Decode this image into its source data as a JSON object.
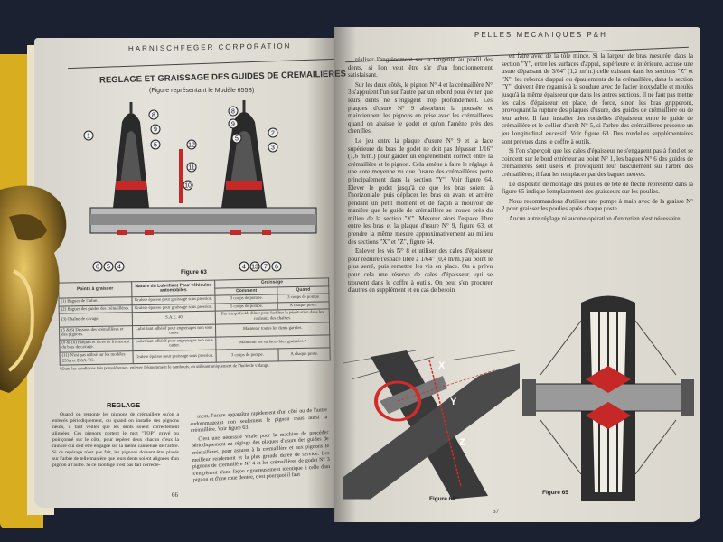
{
  "left_page": {
    "running_head": "HARNISCHFEGER CORPORATION",
    "title": "REGLAGE ET GRAISSAGE DES GUIDES DE CREMAILIERES",
    "subtitle": "(Figure représentant le Modèle 655B)",
    "figure_caption": "Figure 63",
    "figure_callouts_top": [
      "1",
      "8",
      "9",
      "5",
      "12",
      "11",
      "10",
      "8",
      "9",
      "5",
      "2",
      "3"
    ],
    "figure_callouts_bottom": [
      "6",
      "5",
      "4",
      "4",
      "13",
      "7",
      "6"
    ],
    "table": {
      "headers": {
        "col1": "Points à graisser",
        "col2": "Nature du Lubrifiant Pour véhicules automobiles",
        "col3": "Graissage",
        "col3a": "Comment",
        "col3b": "Quand"
      },
      "rows": [
        {
          "point": "(1) Bagues de l'arbre.",
          "lubricant": "Graisse épaisse pour graissage sous pression.",
          "how": "3 coups de pompe.",
          "when": "3 coups de pompe"
        },
        {
          "point": "(2) Bagues des guides des crémaillères.",
          "lubricant": "Graisse épaisse pour graissage sous pression.",
          "how": "5 coups de pompe.",
          "when": "A chaque poste."
        },
        {
          "point": "(3) Chaîne de cavage.",
          "lubricant": "S.A.E. 40",
          "note": "Par temps froid, diluer pour faciliter la pénétration dans les rouleaux des chaînes."
        },
        {
          "point": "(5 & 6) Dessous des crémaillères et des pignons.",
          "lubricant": "Lubrifiant adhésif pour engrenages non sous carter.",
          "note": "Maintenir toutes les dents garnies."
        },
        {
          "point": "(8 & 10) Plaques et faces de frottement du bras de cavage.",
          "lubricant": "Lubrifiant adhésif pour engrenages non sous carter.",
          "note": "Maintenir les surfaces bien graissées.*"
        },
        {
          "point": "(11) N'est pas utilisé sur les modèles 255A et 255A-TC.",
          "lubricant": "Graisse épaisse pour graissage sous pression.",
          "how": "3 coups de pompe.",
          "when": "A chaque poste."
        }
      ],
      "footnote": "*Dans les conditions très poussiéreuses, enlever fréquemment le cambouis, en utilisant uniquement de l'huile de vidange."
    },
    "section_heading": "REGLAGE",
    "col1": [
      "Quand on remonte les pignons de crémaillère qu'on a enlevés périodiquement, ou quand on installe des pignons neufs, il faut veiller que les dents soient correctement alignées. Ces pignons portent le mot \"TOP\" gravé ou poinçonné sur le côté, pour repérer deux chacun d'eux la rainure qui doit être engagée sur la même cannelure de l'arbre. Si ce repérage n'est pas fait, les pignons doivent être placés sur l'arbre de telle manière que leurs dents soient alignées d'un pignon à l'autre. Si ce montage n'est pas fait correcte-"
    ],
    "col2": [
      "ment, l'usure apparaîtra rapidement d'un côté ou de l'autre endommageant non seulement le pignon mais aussi la crémaillère. Voir figure 63.",
      "C'est une nécessité vitale pour la machine de procéder périodiquement au réglage des plaques d'usure des guides de crémaillères, pour assurer à la crémaillère et aux pignons le meilleur rendement et la plus grande durée de service. Les pignons de crémaillère N° 4 et les crémaillères de godet N° 3 s'engrènent d'une façon rigoureusement identique à celle d'un pignon et d'une roue dentée, c'est pourquoi il faut"
    ],
    "page_number": "66"
  },
  "right_page": {
    "running_head": "PELLES MECANIQUES P&H",
    "col1": [
      "réaliser l'engrènement sur la tangente au profil des dents, si l'on veut être sûr d'un fonctionnement satisfaisant.",
      "Sur les deux côtés, le pignon N° 4 et la crémaillère N° 3 s'appuient l'un sur l'autre par un rebord pour éviter que leurs dents ne s'engagent trop profondément. Les plaques d'usure N° 9 absorbent la poussée et maintiennent les pignons en prise avec les crémaillères quand on abaisse le godet et qu'on l'amène près des chenilles.",
      "Le jeu entre la plaque d'usure N° 9 et la face supérieure du bras de godet ne doit pas dépasser 1/16\" (1,6 m/m.) pour garder un engrènement correct entre la crémaillère et le pignon. Cela amène à faire le réglage à une cote moyenne vu que l'usure des crémaillères porte principalement dans la section \"Y\". Voir figure 64. Elever le godet jusqu'à ce que les bras soient à l'horizontale, puis déplacer les bras en avant et arrière pendant un petit moment et de façon à mouvoir de manière que le guide de crémaillère se trouve près du milieu de la section \"Y\". Mesurer alors l'espace libre entre les bras et la plaque d'usure N° 9, figure 63, et prendre la même mesure approximativement au milieu des sections \"X\" et \"Z\", figure 64.",
      "Enlever les vis N° 8 et utiliser des cales d'épaisseur pour réduire l'espace libre à 1/64\" (0,4 m/m.) au point le plus serré, puis remettre les vis en place. On a prévu pour cela une réserve de cales d'épaisseur, qui se trouvent dans le coffre à outils. On peut s'en procurer d'autres en supplément et en cas de besoin"
    ],
    "col2": [
      "en faire avec de la tôle mince. Si la largeur de bras mesurée, dans la section \"Y\", entre les surfaces d'appui, supérieure et inférieure, accuse une usure dépassant de 3/64\" (1,2 m/m.) celle existant dans les sections \"Z\" et \"X\", les rebords d'appui ou épaulements de la crémaillère, dans la section \"Y\", doivent être regarnis à la soudure avec de l'acier inoxydable et meulés jusqu'à la même épaisseur que dans les autres sections. Il ne faut pas mettre les cales d'épaisseur en place, de force, sinon les bras gripperont, provoquant la rupture des plaques d'usure, des guides de crémaillère ou de leur arbre. Il faut installer des rondelles d'épaisseur entre le guide de crémaillère et le collier d'arrêt N° 5, si l'arbre des crémaillères présente un jeu longitudinal excessif. Voir figure 63. Des rondelles supplémentaires sont prévues dans le coffre à outils.",
      "Si l'on s'aperçoit que les cales d'épaisseur ne s'engagent pas à fond et se coincent sur le bord extérieur au point N° 1, les bagues N° 6 des guides de crémaillères sont usées et provoquent leur basculement sur l'arbre des crémaillères; il faut les remplacer par des bagues neuves.",
      "Le dispositif de montage des poulies de tête de flèche représenté dans la figure 65 indique l'emplacement des graisseurs sur les poulies.",
      "Nous recommandons d'utiliser une pompe à main avec de la graisse N° 2 pour graisser les poulies après chaque poste.",
      "Aucun autre réglage ni aucune opération d'entretien n'est nécessaire."
    ],
    "figure64": {
      "caption": "Figure 64",
      "labels": [
        "X",
        "Y",
        "Z"
      ]
    },
    "figure65": {
      "caption": "Figure 65"
    },
    "page_number": "67"
  },
  "colors": {
    "background": "#1b2130",
    "cover": "#d8ad1f",
    "paper": "#dedbd2",
    "accent_red": "#d42a2a"
  }
}
